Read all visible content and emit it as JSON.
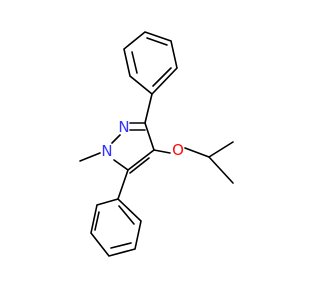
{
  "molecule": {
    "atoms": {
      "n2": "N",
      "n1": "N",
      "o1": "O"
    },
    "colors": {
      "background": "#ffffff",
      "bond": "#000000",
      "nitrogen": "#3333ff",
      "oxygen": "#ff0d0d"
    }
  }
}
